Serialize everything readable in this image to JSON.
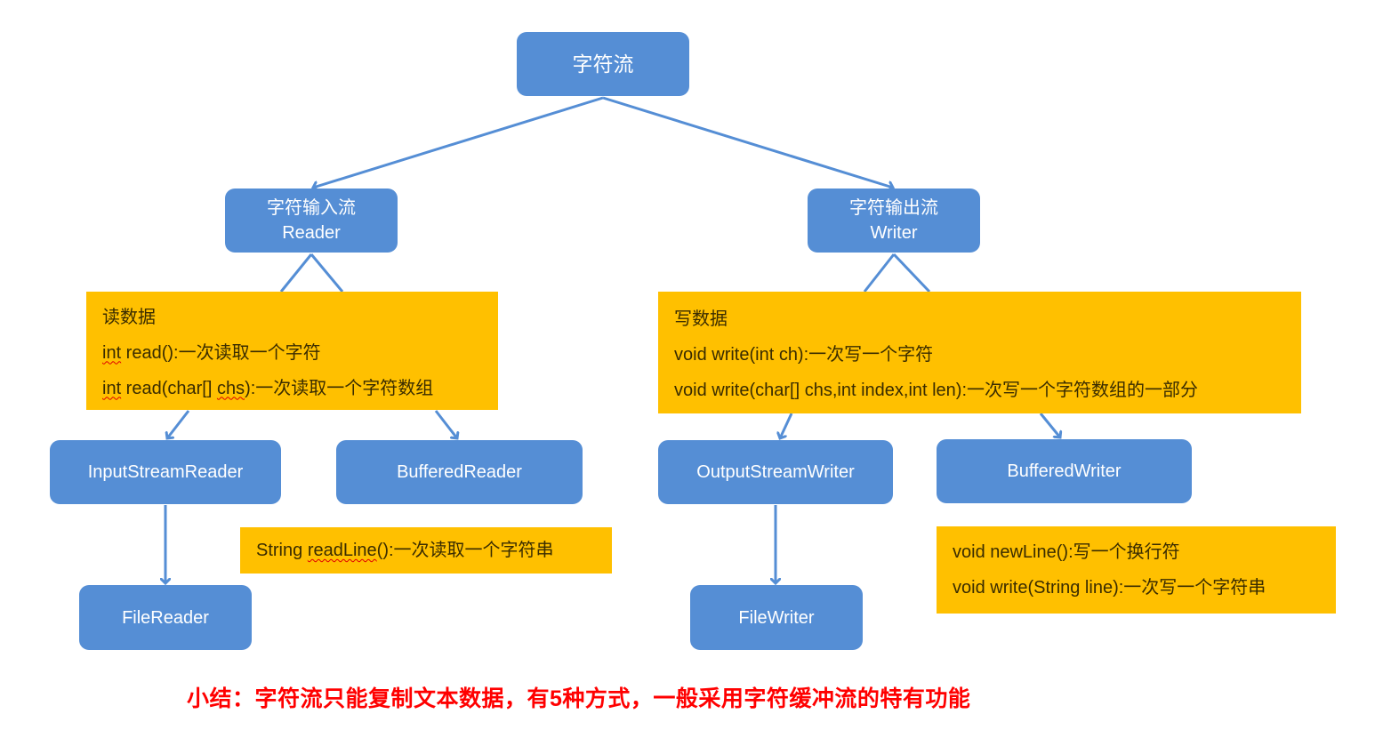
{
  "colors": {
    "node": "#558ED5",
    "note": "#FFC000",
    "line": "#558ED5",
    "summary": "#FF0000"
  },
  "root": {
    "label": "字符流"
  },
  "reader": {
    "title": "字符输入流",
    "subtitle": "Reader"
  },
  "writer": {
    "title": "字符输出流",
    "subtitle": "Writer"
  },
  "read_note": {
    "heading": "读数据",
    "line1_kw": "int",
    "line1_rest": " read():一次读取一个字符",
    "line2_kw": "int",
    "line2_mid": " read(char[] ",
    "line2_kw2": "chs",
    "line2_rest": "):一次读取一个字符数组"
  },
  "write_note": {
    "heading": "写数据",
    "line1": "void write(int ch):一次写一个字符",
    "line2": "void write(char[] chs,int index,int len):一次写一个字符数组的一部分"
  },
  "nodes": {
    "input_stream_reader": "InputStreamReader",
    "buffered_reader": "BufferedReader",
    "file_reader": "FileReader",
    "output_stream_writer": "OutputStreamWriter",
    "buffered_writer": "BufferedWriter",
    "file_writer": "FileWriter"
  },
  "readline_note": {
    "prefix": "String ",
    "kw": "readLine",
    "rest": "():一次读取一个字符串"
  },
  "bw_note": {
    "line1": "void newLine():写一个换行符",
    "line2": "void write(String line):一次写一个字符串"
  },
  "summary": "小结：字符流只能复制文本数据，有5种方式，一般采用字符缓冲流的特有功能"
}
